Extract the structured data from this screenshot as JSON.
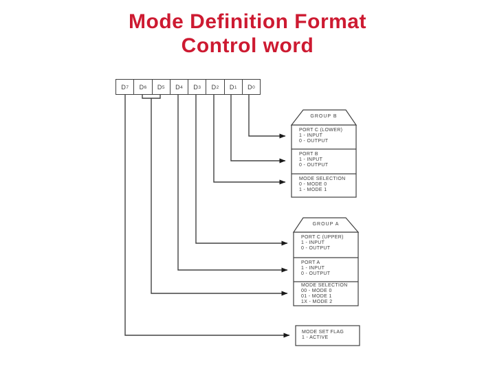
{
  "title": {
    "line1": "Mode Definition Format",
    "line2": "Control word"
  },
  "colors": {
    "title_red": "#cd1a31",
    "diagram_line": "#404040",
    "diagram_text": "#3a3a3a",
    "arrowhead": "#1a1a1a",
    "background": "#ffffff"
  },
  "bit_register": {
    "bits": [
      {
        "letter": "D",
        "sub": "7"
      },
      {
        "letter": "D",
        "sub": "6"
      },
      {
        "letter": "D",
        "sub": "5"
      },
      {
        "letter": "D",
        "sub": "4"
      },
      {
        "letter": "D",
        "sub": "3"
      },
      {
        "letter": "D",
        "sub": "2"
      },
      {
        "letter": "D",
        "sub": "1"
      },
      {
        "letter": "D",
        "sub": "0"
      }
    ]
  },
  "group_b": {
    "header": "GROUP B",
    "sections": [
      {
        "name": "port-c-lower",
        "lines": [
          "PORT C (LOWER)",
          "1 - INPUT",
          "0 - OUTPUT"
        ]
      },
      {
        "name": "port-b",
        "lines": [
          "PORT B",
          "1 - INPUT",
          "0 - OUTPUT"
        ]
      },
      {
        "name": "mode-selection-b",
        "lines": [
          "MODE SELECTION",
          "0 - MODE 0",
          "1 - MODE 1"
        ]
      }
    ]
  },
  "group_a": {
    "header": "GROUP A",
    "sections": [
      {
        "name": "port-c-upper",
        "lines": [
          "PORT C (UPPER)",
          "1 - INPUT",
          "0 - OUTPUT"
        ]
      },
      {
        "name": "port-a",
        "lines": [
          "PORT A",
          "1 - INPUT",
          "0 - OUTPUT"
        ]
      },
      {
        "name": "mode-selection-a",
        "lines": [
          "MODE SELECTION",
          "00 - MODE 0",
          "01 - MODE 1",
          "1X - MODE 2"
        ]
      }
    ]
  },
  "mode_set_flag": {
    "lines": [
      "MODE SET FLAG",
      "1 - ACTIVE"
    ]
  }
}
